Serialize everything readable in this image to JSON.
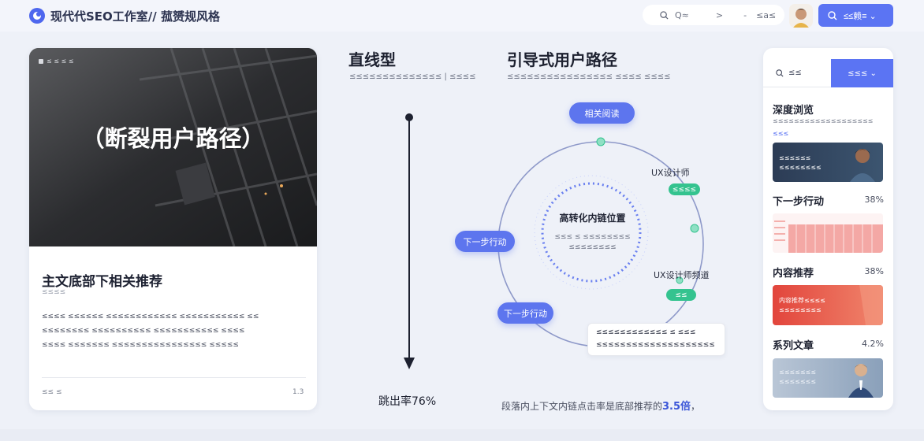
{
  "header": {
    "title": "现代代SEO工作室// 菰赟规风格",
    "search": {
      "icon_text": "Q≈",
      "chevron": ">",
      "dash": "-",
      "tail": "≤a≤"
    },
    "search_button_label": "≤≤赖≡ ⌄"
  },
  "left_card": {
    "hero_tag": "≤ ≤ ≤ ≤",
    "hero_title": "（断裂用户路径）",
    "heading": "主文底部下相关推荐",
    "sub": "≤≤≤≤",
    "body": [
      "≤≤≤≤ ≤≤≤≤≤≤ ≤≤≤≤≤≤≤≤≤≤≤≤ ≤≤≤≤≤≤≤≤≤≤≤ ≤≤",
      "≤≤≤≤≤≤≤≤ ≤≤≤≤≤≤≤≤≤≤ ≤≤≤≤≤≤≤≤≤≤≤ ≤≤≤≤",
      "≤≤≤≤ ≤≤≤≤≤≤≤ ≤≤≤≤≤≤≤≤≤≤≤≤≤≤≤≤ ≤≤≤≤≤"
    ],
    "foot_left": "≤≤ ≤",
    "foot_right": "1.3"
  },
  "linear": {
    "title": "直线型",
    "subtitle": "≤≤≤≤≤≤≤≤≤≤≤≤≤≤ | ≤≤≤≤",
    "rate": "跳出率76%"
  },
  "guided": {
    "title": "引导式用户路径",
    "subtitle": "≤≤≤≤≤≤≤≤≤≤≤≤≤≤≤≤ ≤≤≤≤ ≤≤≤≤",
    "pill_top": "相关阅读",
    "pill_left": "下一步行动",
    "pill_bottom": "下一步行动",
    "label_right_top": "UX设计师",
    "tag_right_top": "≤≤≤≤",
    "label_right_mid": "UX设计师频道",
    "tag_right_mid": "≤≤",
    "center_title": "高转化内链位置",
    "center_desc": [
      "≤≤≤ ≤ ≤≤≤≤≤≤≤≤",
      "≤≤≤≤≤≤≤≤"
    ],
    "note": [
      "≤≤≤≤≤≤≤≤≤≤≤≤ ≤ ≤≤≤",
      "≤≤≤≤≤≤≤≤≤≤≤≤≤≤≤≤≤≤≤≤"
    ],
    "foot_prefix": "段落内上下文内链点击率是底部推荐的",
    "foot_highlight": "3.5倍",
    "foot_suffix": "，"
  },
  "right_panel": {
    "tab_search": "≤≤",
    "tab_active": "≤≤≤ ⌄",
    "title": "深度浏览",
    "title_sub": "≤≤≤≤≤≤≤≤≤≤≤≤≤≤≤≤≤≤≤",
    "link": "≤≤≤",
    "thumb1_text": [
      "≤≤≤≤≤≤",
      "≤≤≤≤≤≤≤≤"
    ],
    "sections": [
      {
        "title": "下一步行动",
        "value": "38%"
      },
      {
        "title": "内容推荐",
        "value": "38%"
      },
      {
        "title": "系列文章",
        "value": "4.2%"
      }
    ],
    "thumb3_text": [
      "内容推荐≤≤≤≤",
      "≤≤≤≤≤≤≤≤"
    ],
    "thumb4_text": [
      "≤≤≤≤≤≤≤",
      "≤≤≤≤≤≤≤"
    ]
  },
  "colors": {
    "accent": "#5b74f3",
    "green": "#34c38f",
    "background": "#eef1f8"
  }
}
